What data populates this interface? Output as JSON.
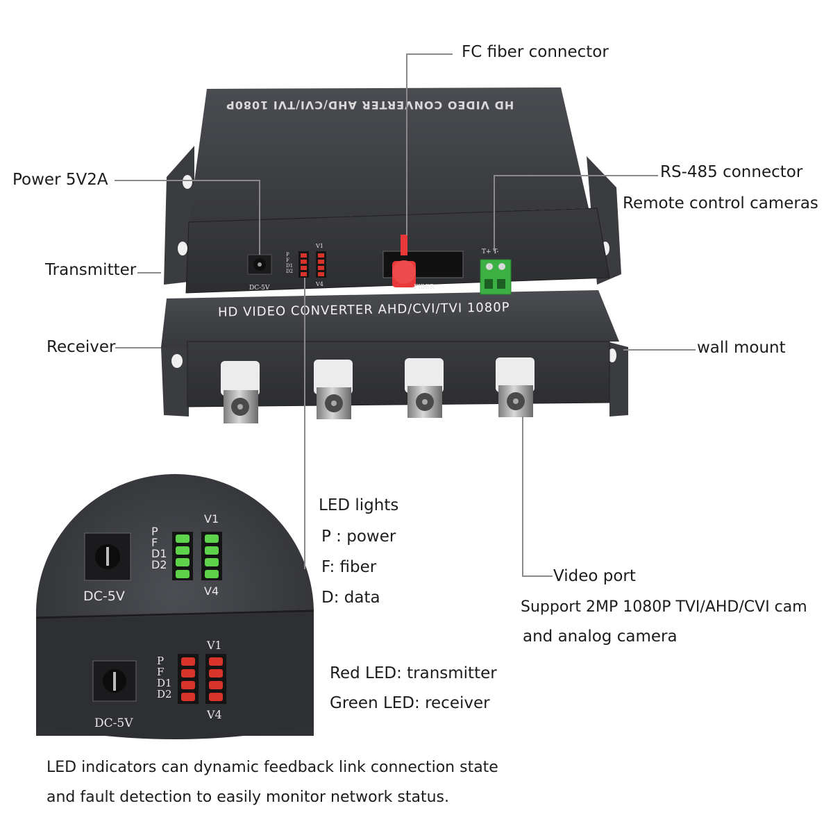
{
  "device": {
    "top_label_mirrored": "HD VIDEO CONVERTER AHD/CVI/TVI 1080P",
    "receiver_label": "HD VIDEO CONVERTER AHD/CVI/TVI 1080P",
    "dc_label": "DC-5V",
    "fiber_label": "FIBER",
    "rs485_pins": "T+ T-",
    "led_letters": [
      "P",
      "F",
      "D1",
      "D2"
    ],
    "led_v_top": "V1",
    "led_v_bottom": "V4"
  },
  "callouts": {
    "fc_fiber": "FC fiber connector",
    "power": "Power 5V2A",
    "rs485": "RS-485 connector",
    "rs485_sub": "Remote control cameras",
    "transmitter": "Transmitter",
    "receiver": "Receiver",
    "wall_mount": "wall mount",
    "led_title": "LED lights",
    "led_p": "P : power",
    "led_f": "F:  fiber",
    "led_d": "D: data",
    "video_port": "Video port",
    "video_sub1": "Support 2MP 1080P TVI/AHD/CVI cam",
    "video_sub2": "and analog camera",
    "red_led": "Red LED:   transmitter",
    "green_led": "Green LED:  receiver",
    "footer1": "LED indicators can dynamic feedback link connection state",
    "footer2": "and fault detection to easily monitor network status."
  },
  "colors": {
    "device_body": "#3d3f43",
    "device_dark": "#2a2b2e",
    "fiber_red": "#e8383a",
    "terminal_green": "#3cb043",
    "led_red": "#d9342b",
    "led_green": "#5ed24a",
    "leader_line": "#8a8a8a"
  }
}
